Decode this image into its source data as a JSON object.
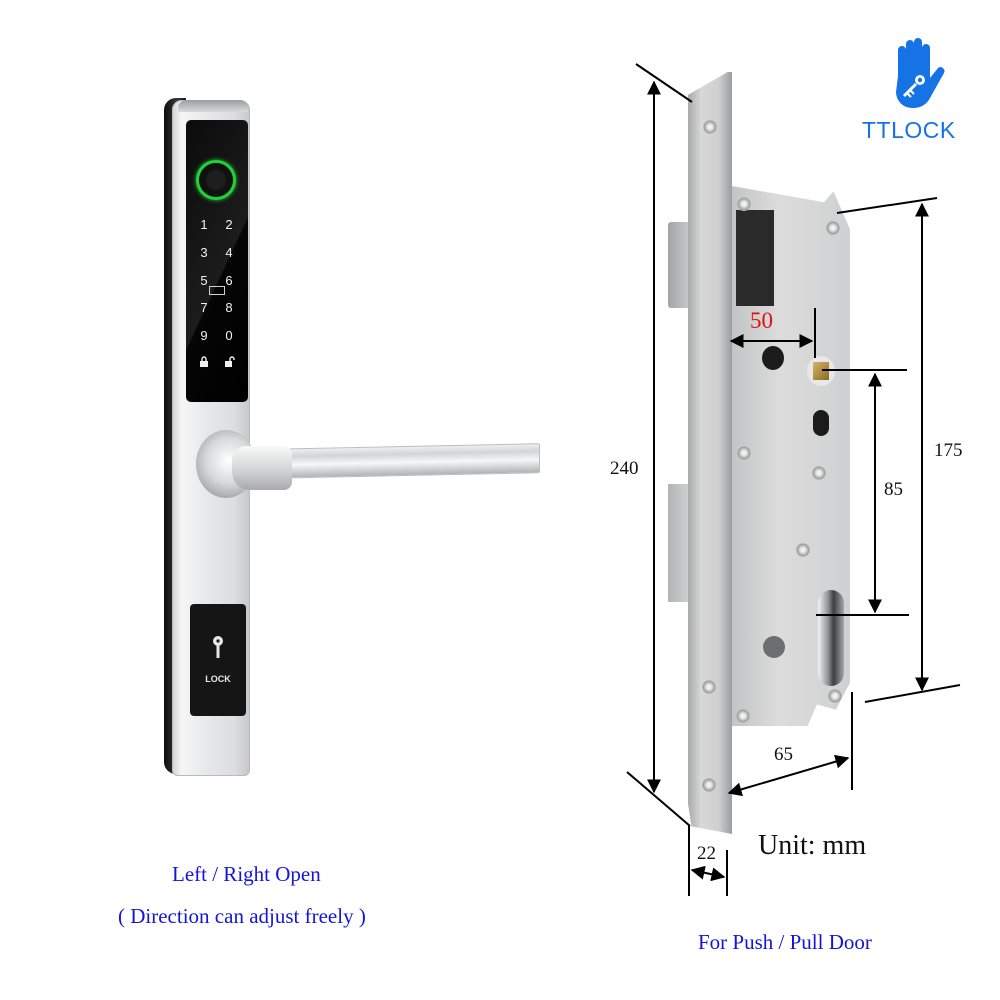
{
  "logo": {
    "icon": "hand-key-icon",
    "text": "TTLOCK",
    "color": "#1673e6"
  },
  "product": {
    "keypad": {
      "keys": [
        "1",
        "2",
        "3",
        "4",
        "5",
        "6",
        "7",
        "8",
        "9",
        "0"
      ],
      "lock_icon": "lock-closed-icon",
      "unlock_icon": "lock-open-icon",
      "card_reader_icon": "card-icon",
      "fingerprint_ring_color": "#22d13a"
    },
    "card_area_label": "LOCK",
    "keyhole_icon": "keyhole-icon"
  },
  "captions": {
    "open_direction": "Left / Right Open",
    "direction_note": "( Direction can adjust freely )",
    "door_type": "For Push / Pull Door",
    "caption_color": "#1414d8"
  },
  "mortise": {
    "dimensions": {
      "faceplate_height": "240",
      "backset": "50",
      "backset_color": "#e01010",
      "case_height": "175",
      "center_distance": "85",
      "case_depth": "65",
      "faceplate_width": "22"
    },
    "unit": "Unit: mm"
  }
}
